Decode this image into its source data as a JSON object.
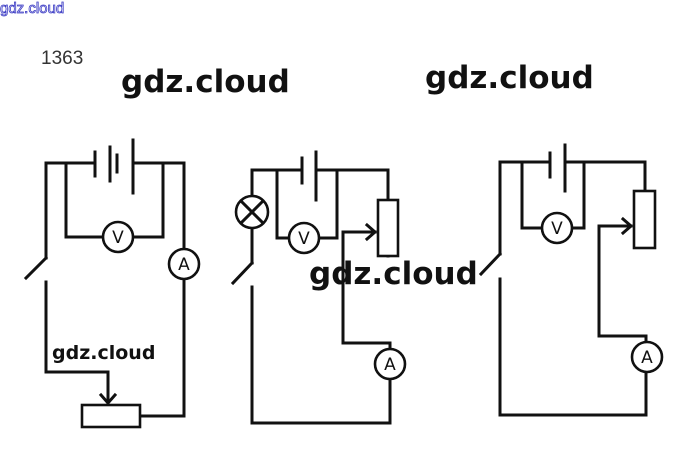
{
  "header": {
    "site_watermark": "gdz.cloud",
    "problem_number": "1363"
  },
  "watermarks": [
    "gdz.cloud",
    "gdz.cloud",
    "gdz.cloud",
    "gdz.cloud"
  ],
  "circuits": [
    {
      "id": 1,
      "components": [
        "battery",
        "voltmeter",
        "ammeter",
        "switch",
        "rheostat"
      ],
      "voltmeter_label": "V",
      "ammeter_label": "A"
    },
    {
      "id": 2,
      "components": [
        "battery",
        "voltmeter",
        "lamp",
        "switch",
        "rheostat",
        "ammeter"
      ],
      "voltmeter_label": "V",
      "ammeter_label": "A"
    },
    {
      "id": 3,
      "components": [
        "battery",
        "voltmeter",
        "switch",
        "rheostat",
        "ammeter"
      ],
      "voltmeter_label": "V",
      "ammeter_label": "A"
    }
  ]
}
